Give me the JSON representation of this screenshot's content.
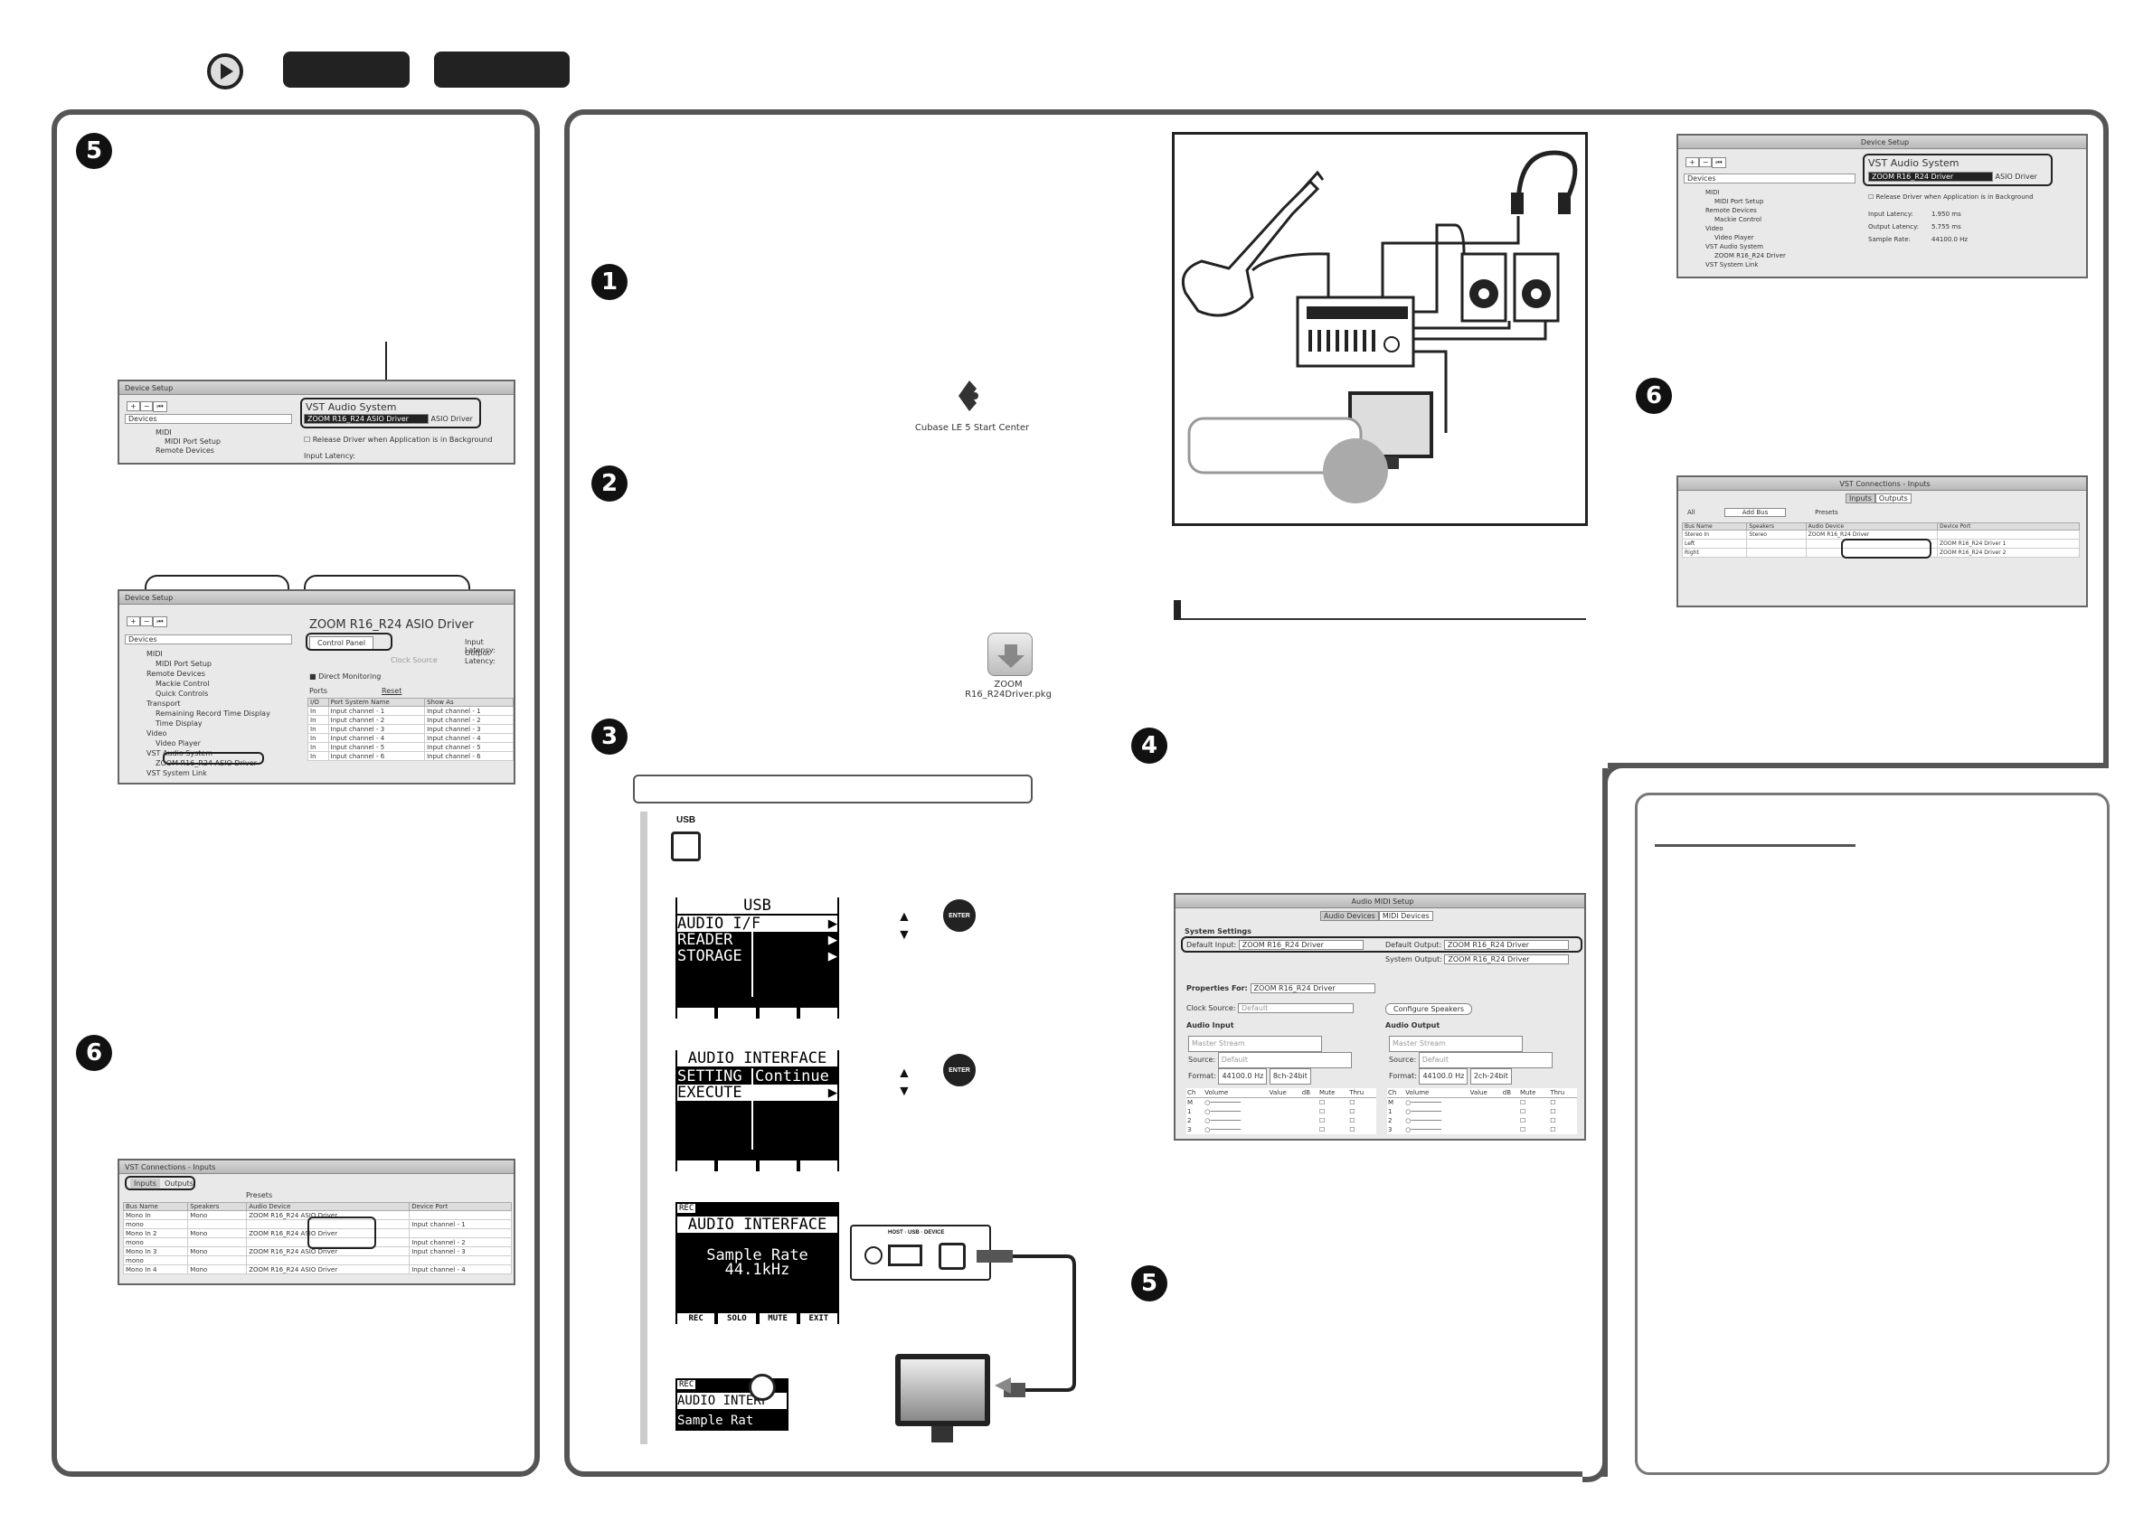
{
  "header": {
    "play_icon": "play-icon",
    "tab1_label": "",
    "tab2_label": ""
  },
  "icons": {
    "cubase_label": "Cubase LE 5 Start Center",
    "driver_pkg_label": "ZOOM\nR16_R24Driver.pkg"
  },
  "usb_badge": "USB",
  "device_setup_win": {
    "title": "Device Setup",
    "vst_heading": "VST Audio System",
    "driver_select": "ZOOM R16_R24 ASIO Driver",
    "driver_suffix": "ASIO Driver",
    "devices_label": "Devices",
    "tree": [
      "MIDI",
      "MIDI Port Setup",
      "Remote Devices"
    ],
    "release_option": "Release Driver when Application is in Background",
    "input_latency": "Input Latency:"
  },
  "device_setup_win2": {
    "title": "Device Setup",
    "heading": "ZOOM R16_R24 ASIO Driver",
    "control_panel": "Control Panel",
    "input_latency": "Input Latency:",
    "output_latency": "Output Latency:",
    "clock_source": "Clock Source",
    "direct_monitoring": "Direct Monitoring",
    "ports_label": "Ports",
    "reset_label": "Reset",
    "devices_label": "Devices",
    "tree": [
      "MIDI",
      "MIDI Port Setup",
      "Remote Devices",
      "Mackie Control",
      "Quick Controls",
      "Transport",
      "Remaining Record Time Display",
      "Time Display",
      "Video",
      "Video Player",
      "VST Audio System",
      "ZOOM R16_R24 ASIO Driver",
      "VST System Link"
    ],
    "port_cols": [
      "I/O",
      "Port System Name",
      "Show As"
    ],
    "port_rows": [
      [
        "In",
        "Input channel - 1",
        "Input channel - 1"
      ],
      [
        "In",
        "Input channel - 2",
        "Input channel - 2"
      ],
      [
        "In",
        "Input channel - 3",
        "Input channel - 3"
      ],
      [
        "In",
        "Input channel - 4",
        "Input channel - 4"
      ],
      [
        "In",
        "Input channel - 5",
        "Input channel - 5"
      ],
      [
        "In",
        "Input channel - 6",
        "Input channel - 6"
      ]
    ]
  },
  "vst_inputs_win": {
    "title": "VST Connections - Inputs",
    "tabs": [
      "Inputs",
      "Outputs"
    ],
    "presets": "Presets",
    "cols": [
      "Bus Name",
      "Speakers",
      "Audio Device",
      "Device Port"
    ],
    "rows": [
      [
        "Mono In",
        "Mono",
        "ZOOM R16_R24 ASIO Driver",
        ""
      ],
      [
        "mono",
        "",
        "",
        "Input channel - 1"
      ],
      [
        "Mono In 2",
        "Mono",
        "ZOOM R16_R24 ASIO Driver",
        ""
      ],
      [
        "mono",
        "",
        "",
        "Input channel - 2"
      ],
      [
        "Mono In 3",
        "Mono",
        "ZOOM R16_R24 ASIO Driver",
        "Input channel - 3"
      ],
      [
        "mono",
        "",
        "",
        ""
      ],
      [
        "Mono In 4",
        "Mono",
        "ZOOM R16_R24 ASIO Driver",
        "Input channel - 4"
      ]
    ]
  },
  "lcd1": {
    "title": "USB",
    "items": [
      "AUDIO I/F",
      "READER",
      "STORAGE"
    ]
  },
  "lcd2": {
    "title": "AUDIO INTERFACE",
    "items": [
      [
        "SETTING",
        "Continue"
      ],
      [
        "EXECUTE",
        ""
      ]
    ]
  },
  "lcd3": {
    "badge": "REC",
    "title": "AUDIO INTERFACE",
    "line1": "Sample Rate",
    "line2": "44.1kHz",
    "keys": [
      "REC",
      "SOLO",
      "MUTE",
      "EXIT"
    ]
  },
  "lcd4": {
    "badge": "REC",
    "title": "AUDIO INTERF",
    "line1": "Sample Rat"
  },
  "enter_label": "ENTER",
  "mac_device_setup": {
    "title": "Device Setup",
    "vst_heading": "VST Audio System",
    "driver_select": "ZOOM R16_R24 Driver",
    "driver_suffix": "ASIO Driver",
    "devices_label": "Devices",
    "tree": [
      "MIDI",
      "MIDI Port Setup",
      "Remote Devices",
      "Mackie Control",
      "Video",
      "Video Player",
      "VST Audio System",
      "ZOOM R16_R24 Driver",
      "VST System Link"
    ],
    "release_option": "Release Driver when Application is in Background",
    "input_latency": "Input Latency:",
    "input_latency_val": "1.950 ms",
    "output_latency": "Output Latency:",
    "output_latency_val": "5.755 ms",
    "sample_rate": "Sample Rate:",
    "sample_rate_val": "44100.0 Hz"
  },
  "mac_vst_inputs": {
    "title": "VST Connections - Inputs",
    "tabs": [
      "Inputs",
      "Outputs"
    ],
    "all": "All",
    "add_bus": "Add Bus",
    "presets": "Presets",
    "cols": [
      "Bus Name",
      "Speakers",
      "Audio Device",
      "Device Port"
    ],
    "rows": [
      [
        "Stereo In",
        "Stereo",
        "ZOOM R16_R24 Driver",
        ""
      ],
      [
        "Left",
        "",
        "",
        "ZOOM R16_R24 Driver 1"
      ],
      [
        "Right",
        "",
        "",
        "ZOOM R16_R24 Driver 2"
      ]
    ]
  },
  "audio_midi_setup": {
    "title": "Audio MIDI Setup",
    "tabs": [
      "Audio Devices",
      "MIDI Devices"
    ],
    "system_settings": "System Settings",
    "default_input": "Default Input:",
    "default_input_val": "ZOOM R16_R24 Driver",
    "default_output": "Default Output:",
    "default_output_val": "ZOOM R16_R24 Driver",
    "system_output": "System Output:",
    "system_output_val": "ZOOM R16_R24 Driver",
    "properties_for": "Properties For:",
    "properties_for_val": "ZOOM R16_R24 Driver",
    "clock_source": "Clock Source:",
    "clock_source_val": "Default",
    "configure_speakers": "Configure Speakers",
    "audio_input": "Audio Input",
    "audio_output": "Audio Output",
    "master_stream": "Master Stream",
    "source": "Source:",
    "source_val": "Default",
    "format": "Format:",
    "format_in": "44100.0 Hz",
    "format_in2": "8ch-24bit",
    "format_out": "44100.0 Hz",
    "format_out2": "2ch-24bit",
    "ch_cols": [
      "Ch",
      "Volume",
      "Value",
      "dB",
      "Mute",
      "Thru"
    ],
    "ch_rows": [
      "M",
      "1",
      "2",
      "3"
    ]
  },
  "usb_port_labels": [
    "HOST",
    "USB",
    "DEVICE"
  ]
}
